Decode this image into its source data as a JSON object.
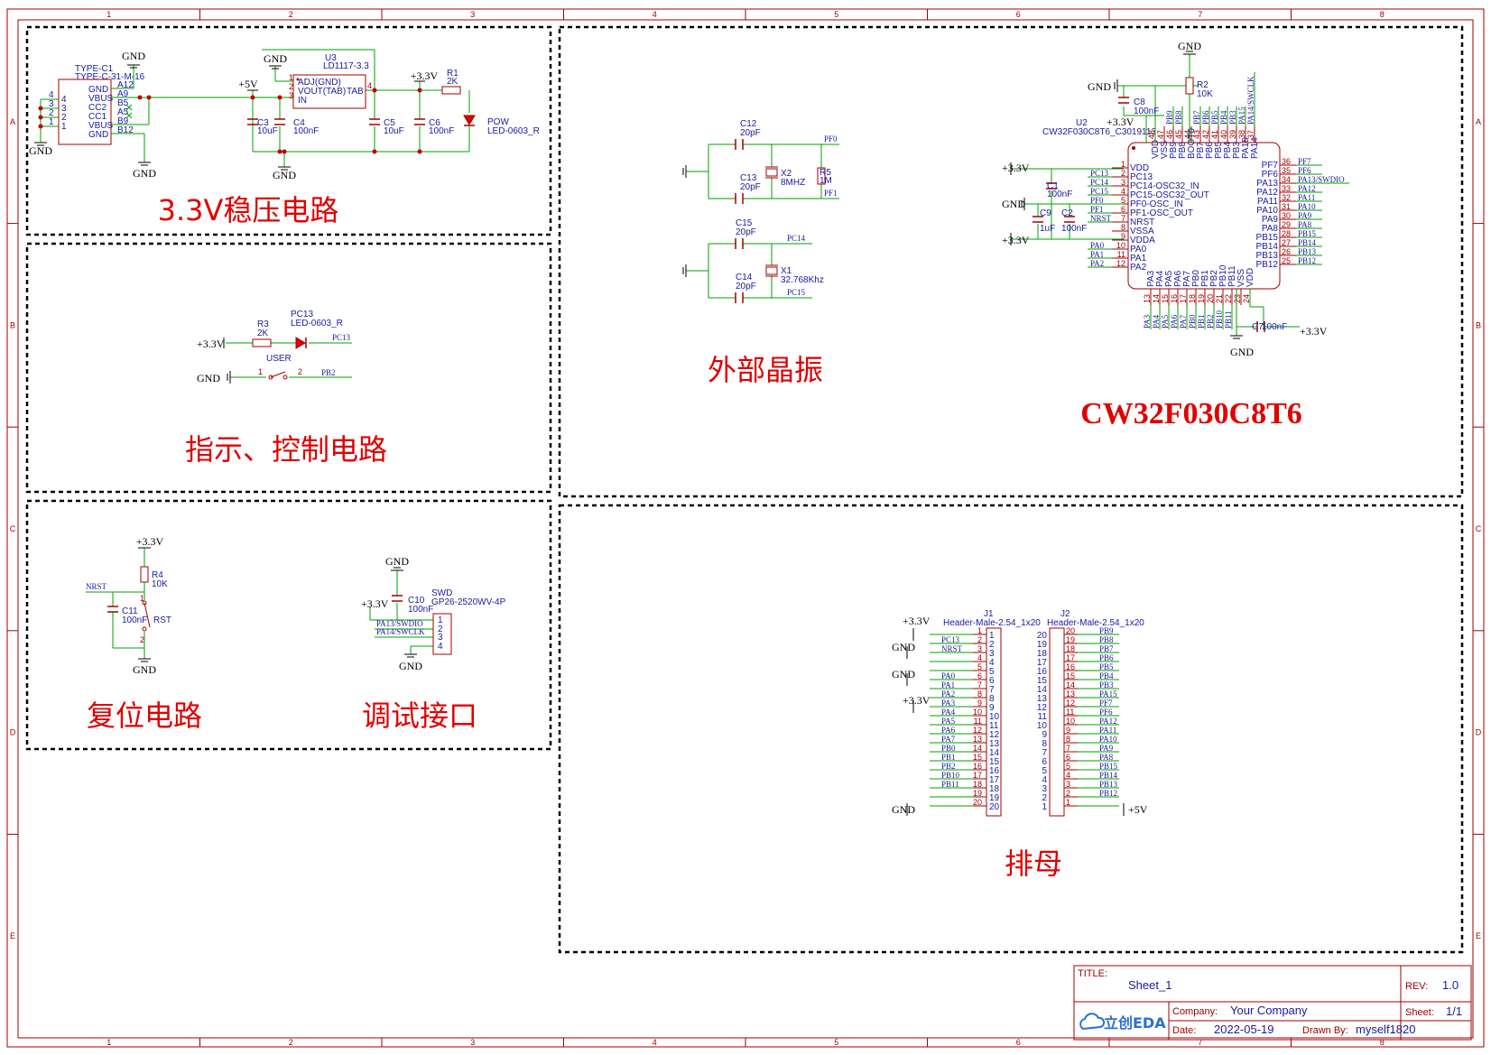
{
  "sections": {
    "regulator": "3.3V稳压电路",
    "crystal": "外部晶振",
    "mcu": "CW32F030C8T6",
    "indicator": "指示、控制电路",
    "reset": "复位电路",
    "debug": "调试接口",
    "header": "排母"
  },
  "title_block": {
    "title_label": "TITLE:",
    "title": "Sheet_1",
    "rev_label": "REV:",
    "rev": "1.0",
    "company_label": "Company:",
    "company": "Your Company",
    "sheet_label": "Sheet:",
    "sheet": "1/1",
    "date_label": "Date:",
    "date": "2022-05-19",
    "drawn_label": "Drawn By:",
    "drawn": "myself1820",
    "logo": "立创EDA"
  },
  "frame": {
    "cols": [
      "1",
      "2",
      "3",
      "4",
      "5",
      "6",
      "7",
      "8"
    ],
    "rows": [
      "A",
      "B",
      "C",
      "D",
      "E"
    ]
  },
  "power": {
    "gnd": "GND",
    "v33": "+3.3V",
    "v5": "+5V"
  },
  "usb": {
    "ref1": "TYPE-C1",
    "ref2": "TYPE-C-31-M-16",
    "pins_left": [
      "GND",
      "VBUS",
      "CC2",
      "CC1",
      "VBUS",
      "GND"
    ],
    "pins_right": [
      "A12",
      "A9",
      "B5",
      "A5",
      "B9",
      "B12"
    ],
    "side_nums": [
      "4",
      "3",
      "2",
      "1"
    ]
  },
  "ldo": {
    "ref": "U3",
    "part": "LD1117-3.3",
    "pins": [
      "ADJ(GND)",
      "VOUT(TAB)",
      "IN"
    ],
    "tab": "TAB",
    "pin_nums": [
      "1",
      "2",
      "3",
      "4"
    ]
  },
  "caps_reg": [
    {
      "ref": "C3",
      "val": "10uF"
    },
    {
      "ref": "C4",
      "val": "100nF"
    },
    {
      "ref": "C5",
      "val": "10uF"
    },
    {
      "ref": "C6",
      "val": "100nF"
    }
  ],
  "r1": {
    "ref": "R1",
    "val": "2K"
  },
  "pow_led": {
    "ref": "POW",
    "part": "LED-0603_R"
  },
  "indicator": {
    "r3": {
      "ref": "R3",
      "val": "2K"
    },
    "led": {
      "ref": "PC13",
      "part": "LED-0603_R"
    },
    "net_pc13": "PC13",
    "sw": "USER",
    "net_pb2": "PB2",
    "sw_pins": [
      "1",
      "2"
    ]
  },
  "crystal": {
    "c12": {
      "ref": "C12",
      "val": "20pF"
    },
    "c13": {
      "ref": "C13",
      "val": "20pF"
    },
    "x2": {
      "ref": "X2",
      "val": "8MHZ"
    },
    "r5": {
      "ref": "R5",
      "val": "1M"
    },
    "pf0": "PF0",
    "pf1": "PF1",
    "c15": {
      "ref": "C15",
      "val": "20pF"
    },
    "c14": {
      "ref": "C14",
      "val": "20pF"
    },
    "x1": {
      "ref": "X1",
      "val": "32.768Khz"
    },
    "pc14": "PC14",
    "pc15": "PC15"
  },
  "mcu": {
    "ref": "U2",
    "part": "CW32F030C8T6_C3019113",
    "r2": {
      "ref": "R2",
      "val": "10K"
    },
    "c8": {
      "ref": "C8",
      "val": "100nF"
    },
    "c1": {
      "ref": "C1",
      "val": "100nF"
    },
    "c9": {
      "ref": "C9",
      "val": "1uF"
    },
    "c2": {
      "ref": "C2",
      "val": "100nF"
    },
    "c7": {
      "ref": "C7",
      "val": "100nF"
    },
    "left_pins": [
      {
        "n": "1",
        "name": "VDD",
        "net": ""
      },
      {
        "n": "2",
        "name": "PC13",
        "net": "PC13"
      },
      {
        "n": "3",
        "name": "PC14-OSC32_IN",
        "net": "PC14"
      },
      {
        "n": "4",
        "name": "PC15-OSC32_OUT",
        "net": "PC15"
      },
      {
        "n": "5",
        "name": "PF0-OSC_IN",
        "net": "PF0"
      },
      {
        "n": "6",
        "name": "PF1-OSC_OUT",
        "net": "PF1"
      },
      {
        "n": "7",
        "name": "NRST",
        "net": "NRST"
      },
      {
        "n": "8",
        "name": "VSSA",
        "net": ""
      },
      {
        "n": "9",
        "name": "VDDA",
        "net": ""
      },
      {
        "n": "10",
        "name": "PA0",
        "net": "PA0"
      },
      {
        "n": "11",
        "name": "PA1",
        "net": "PA1"
      },
      {
        "n": "12",
        "name": "PA2",
        "net": "PA2"
      }
    ],
    "right_pins": [
      {
        "n": "36",
        "name": "PF7",
        "net": "PF7"
      },
      {
        "n": "35",
        "name": "PF6",
        "net": "PF6"
      },
      {
        "n": "34",
        "name": "PA13",
        "net": "PA13/SWDIO"
      },
      {
        "n": "33",
        "name": "PA12",
        "net": "PA12"
      },
      {
        "n": "32",
        "name": "PA11",
        "net": "PA11"
      },
      {
        "n": "31",
        "name": "PA10",
        "net": "PA10"
      },
      {
        "n": "30",
        "name": "PA9",
        "net": "PA9"
      },
      {
        "n": "29",
        "name": "PA8",
        "net": "PA8"
      },
      {
        "n": "28",
        "name": "PB15",
        "net": "PB15"
      },
      {
        "n": "27",
        "name": "PB14",
        "net": "PB14"
      },
      {
        "n": "26",
        "name": "PB13",
        "net": "PB13"
      },
      {
        "n": "25",
        "name": "PB12",
        "net": "PB12"
      }
    ],
    "top_pins": [
      {
        "n": "48",
        "name": "VDD",
        "net": ""
      },
      {
        "n": "47",
        "name": "VSS",
        "net": ""
      },
      {
        "n": "46",
        "name": "PB9",
        "net": "PB9"
      },
      {
        "n": "45",
        "name": "PB8",
        "net": "PB8"
      },
      {
        "n": "44",
        "name": "BOOT0",
        "net": ""
      },
      {
        "n": "43",
        "name": "PB7",
        "net": "PB7"
      },
      {
        "n": "42",
        "name": "PB6",
        "net": "PB6"
      },
      {
        "n": "41",
        "name": "PB5",
        "net": "PB5"
      },
      {
        "n": "40",
        "name": "PB4",
        "net": "PB4"
      },
      {
        "n": "39",
        "name": "PB3",
        "net": "PB3"
      },
      {
        "n": "38",
        "name": "PA15",
        "net": "PA15"
      },
      {
        "n": "37",
        "name": "PA14",
        "net": "PA14/SWCLK"
      }
    ],
    "bottom_pins": [
      {
        "n": "13",
        "name": "PA3",
        "net": "PA3"
      },
      {
        "n": "14",
        "name": "PA4",
        "net": "PA4"
      },
      {
        "n": "15",
        "name": "PA5",
        "net": "PA5"
      },
      {
        "n": "16",
        "name": "PA6",
        "net": "PA6"
      },
      {
        "n": "17",
        "name": "PA7",
        "net": "PA7"
      },
      {
        "n": "18",
        "name": "PB0",
        "net": "PB0"
      },
      {
        "n": "19",
        "name": "PB1",
        "net": "PB1"
      },
      {
        "n": "20",
        "name": "PB2",
        "net": "PB2"
      },
      {
        "n": "21",
        "name": "PB10",
        "net": "PB10"
      },
      {
        "n": "22",
        "name": "PB11",
        "net": "PB11"
      },
      {
        "n": "23",
        "name": "VSS",
        "net": ""
      },
      {
        "n": "24",
        "name": "VDD",
        "net": ""
      }
    ]
  },
  "reset": {
    "r4": {
      "ref": "R4",
      "val": "10K"
    },
    "c11": {
      "ref": "C11",
      "val": "100nF"
    },
    "sw": "RST",
    "net": "NRST",
    "sw_pins": [
      "1",
      "2"
    ]
  },
  "swd": {
    "c10": {
      "ref": "C10",
      "val": "100nF"
    },
    "ref": "SWD",
    "part": "GP26-2520WV-4P",
    "nets": [
      "PA13/SWDIO",
      "PA14/SWCLK"
    ],
    "pins": [
      "1",
      "2",
      "3",
      "4"
    ]
  },
  "j1": {
    "ref": "J1",
    "part": "Header-Male-2.54_1x20",
    "nets": [
      "",
      "PC13",
      "NRST",
      "",
      "",
      "PA0",
      "PA1",
      "PA2",
      "PA3",
      "PA4",
      "PA5",
      "PA6",
      "PA7",
      "PB0",
      "PB1",
      "PB2",
      "PB10",
      "PB11",
      "",
      ""
    ]
  },
  "j2": {
    "ref": "J2",
    "part": "Header-Male-2.54_1x20",
    "nets": [
      "PB9",
      "PB8",
      "PB7",
      "PB6",
      "PB5",
      "PB4",
      "PB3",
      "PA15",
      "PF7",
      "PF6",
      "PA12",
      "PA11",
      "PA10",
      "PA9",
      "PA8",
      "PB15",
      "PB14",
      "PB13",
      "PB12",
      ""
    ]
  }
}
